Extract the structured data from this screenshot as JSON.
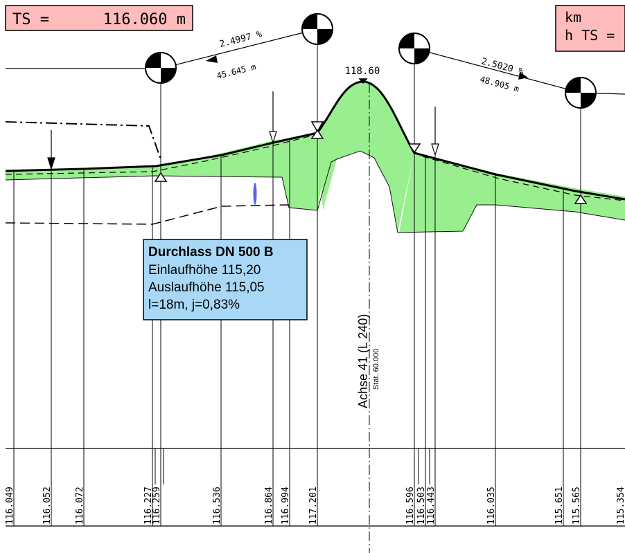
{
  "header_left": {
    "label": "TS =",
    "value": "116.060 m"
  },
  "header_right": {
    "line1": "km",
    "line2": "h TS ="
  },
  "slope_left": {
    "percent": "2.4997 %",
    "length": "45.645 m"
  },
  "slope_right": {
    "percent": "2.5020 %",
    "length": "48.905 m"
  },
  "peak_label": "118.60",
  "culvert_box": {
    "title": "Durchlass DN 500 B",
    "line1": "Einlaufhöhe 115,20",
    "line2": "Auslaufhöhe 115,05",
    "line3": "l=18m, j=0,83%"
  },
  "axis_label": {
    "name": "Achse 41 (L 240)",
    "station": "Stat. 60.000"
  },
  "elevations": [
    "116.049",
    "116.052",
    "116.072",
    "116.227",
    "116.259",
    "116.536",
    "116.864",
    "116.994",
    "117.201",
    "116.596",
    "116.503",
    "116.443",
    "116.035",
    "115.651",
    "115.565",
    "115.354"
  ],
  "colors": {
    "fill": "#99ee8f",
    "header_bg": "#ffbcbc",
    "box_bg": "#a9d8f7",
    "culvert_marker": "#5566ee"
  }
}
